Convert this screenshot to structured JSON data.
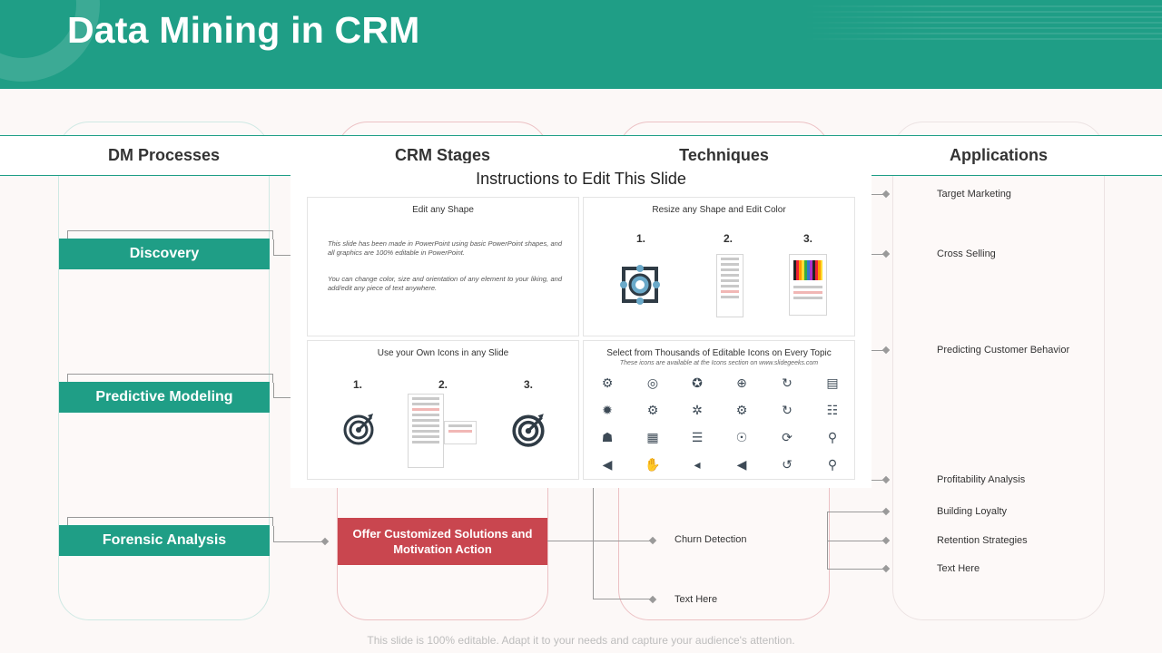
{
  "slide": {
    "title": "Data Mining in CRM",
    "footer": "This slide is 100% editable. Adapt it to your needs and capture your audience's attention."
  },
  "columns": {
    "c1": "DM Processes",
    "c2": "CRM Stages",
    "c3": "Techniques",
    "c4": "Applications"
  },
  "processes": [
    "Discovery",
    "Predictive Modeling",
    "Forensic Analysis"
  ],
  "crm_stage": "Offer Customized Solutions and Motivation Action",
  "techniques": [
    "Churn Detection",
    "Text Here"
  ],
  "applications": [
    "Target Marketing",
    "Cross Selling",
    "Predicting Customer Behavior",
    "Profitability Analysis",
    "Building Loyalty",
    "Retention Strategies",
    "Text Here"
  ],
  "overlay": {
    "title": "Instructions to Edit This Slide",
    "cell1_title": "Edit any Shape",
    "cell1_text1": "This slide has been made in PowerPoint using basic PowerPoint shapes, and all graphics are 100% editable in PowerPoint.",
    "cell1_text2": "You can change color, size and orientation of any element to your liking, and add/edit any piece of text anywhere.",
    "cell2_title": "Resize any Shape and Edit Color",
    "cell3_title": "Use your Own Icons in any Slide",
    "cell4_title": "Select from Thousands of Editable Icons on Every Topic",
    "cell4_sub": "These icons are available at the Icons section on www.slidegeeks.com",
    "n1": "1.",
    "n2": "2.",
    "n3": "3."
  },
  "colors": {
    "teal": "#1f9e86",
    "red": "#c9464f"
  }
}
